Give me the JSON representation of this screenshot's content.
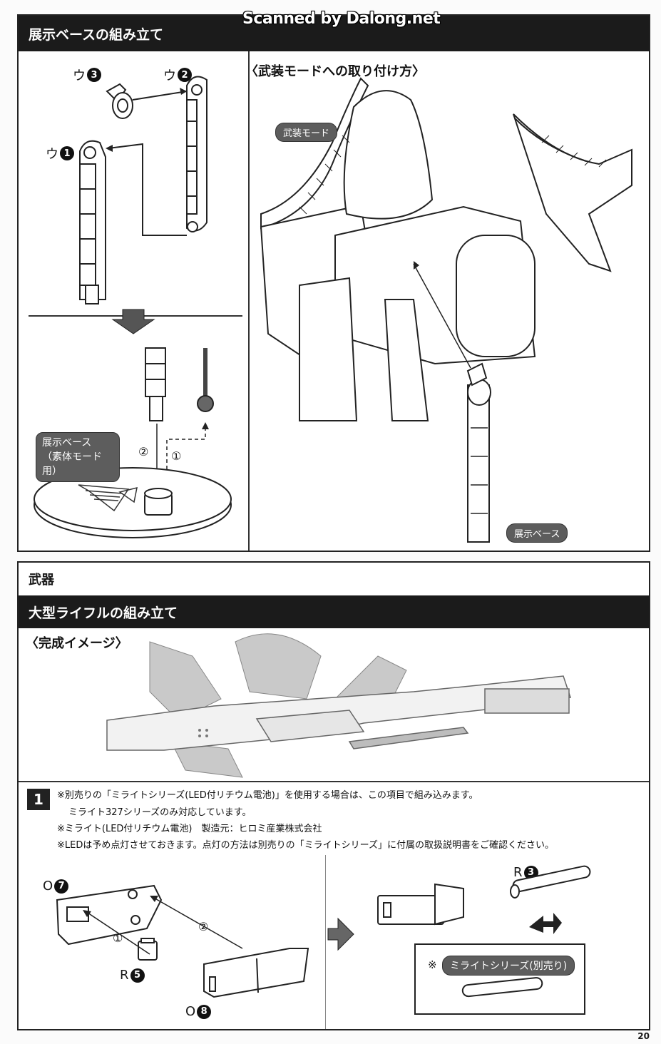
{
  "watermark": "Scanned by Dalong.net",
  "section1": {
    "title": "展示ベースの組み立て",
    "subtitle": "〈武装モードへの取り付け方〉",
    "parts": [
      {
        "letter": "ウ",
        "num": "3"
      },
      {
        "letter": "ウ",
        "num": "2"
      },
      {
        "letter": "ウ",
        "num": "1"
      }
    ],
    "base_label_line1": "展示ベース",
    "base_label_line2": "（素体モード用）",
    "armed_mode_label": "武装モード",
    "display_base_label": "展示ベース",
    "step_markers": [
      "②",
      "①"
    ]
  },
  "weapons": {
    "heading": "武器",
    "rifle_title": "大型ライフルの組み立て",
    "completed_label": "〈完成イメージ〉",
    "step1": {
      "number": "1",
      "notes": [
        "※別売りの「ミライトシリーズ(LED付リチウム電池)」を使用する場合は、この項目で組み込みます。",
        "ミライト327シリーズのみ対応しています。",
        "※ミライト(LED付リチウム電池)　製造元：ヒロミ産業株式会社",
        "※LEDは予め点灯させておきます。点灯の方法は別売りの「ミライトシリーズ」に付属の取扱説明書をご確認ください。"
      ],
      "parts": [
        {
          "letter": "O",
          "num": "7"
        },
        {
          "letter": "R",
          "num": "5"
        },
        {
          "letter": "O",
          "num": "8"
        },
        {
          "letter": "R",
          "num": "3"
        }
      ],
      "markers": [
        "①",
        "②"
      ],
      "mirite_mark": "※",
      "mirite_label": "ミライトシリーズ(別売り)"
    }
  },
  "page_number": "20",
  "colors": {
    "bar": "#1b1b1b",
    "pill": "#5d5d5d",
    "line": "#222222"
  }
}
